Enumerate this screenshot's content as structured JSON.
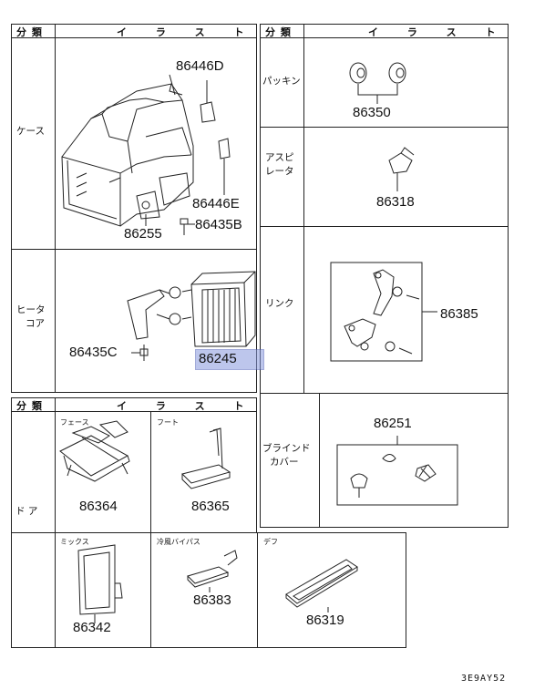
{
  "headers": {
    "category": "分 類",
    "illustration": "イ ラ ス ト"
  },
  "left_top": {
    "case": {
      "label": "ケース",
      "parts": [
        "86446D",
        "86446E",
        "86435B",
        "86255"
      ]
    },
    "heater": {
      "label_line1": "ヒータ",
      "label_line2": "コア",
      "parts": [
        "86435C",
        "86245"
      ]
    }
  },
  "left_bottom": {
    "door": {
      "label": "ド ア",
      "face": {
        "sub": "フェース",
        "part": "86364"
      },
      "foot": {
        "sub": "フート",
        "part": "86365"
      },
      "mix": {
        "sub": "ミックス",
        "part": "86342"
      },
      "cold_bypass": {
        "sub": "冷風バイパス",
        "part": "86383"
      },
      "def": {
        "sub": "デフ",
        "part": "86319"
      }
    }
  },
  "right": {
    "packing": {
      "label": "パッキン",
      "part": "86350"
    },
    "aspirator": {
      "label_line1": "アスピ",
      "label_line2": "レータ",
      "part": "86318"
    },
    "link": {
      "label": "リンク",
      "part": "86385"
    },
    "blind_cover": {
      "label_line1": "ブラインド",
      "label_line2": "カバー",
      "part": "86251"
    }
  },
  "figure_code": "3E9AY52",
  "highlight_part": "86245"
}
